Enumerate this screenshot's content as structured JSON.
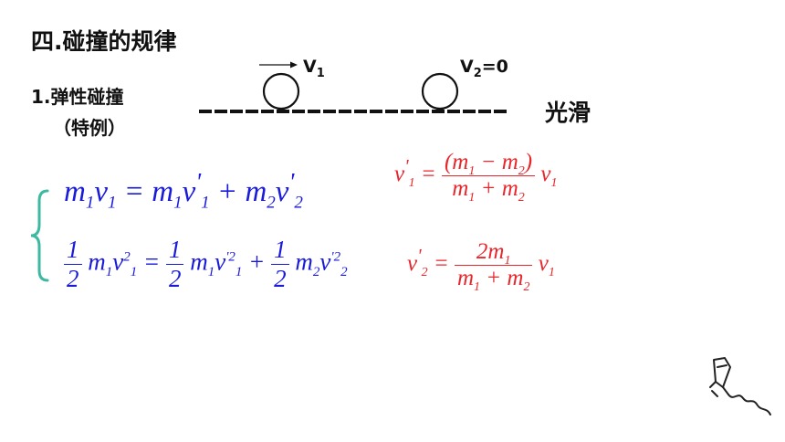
{
  "title": "四.碰撞的规律",
  "subtitle": "1.弹性碰撞",
  "subtitle_note": "（特例）",
  "ball1_velocity": "V",
  "ball1_velocity_sub": "1",
  "ball2_velocity": "V",
  "ball2_velocity_sub": "2",
  "ball2_velocity_value": "=0",
  "surface_label": "光滑",
  "colors": {
    "equation_left": "#1a1adb",
    "equation_right": "#e8262b",
    "brace": "#3cb9a0"
  },
  "equations": {
    "momentum": {
      "lhs": "m",
      "v": "v",
      "s1": "1",
      "s2": "2",
      "eq": "=",
      "plus": "+",
      "prime": "'"
    },
    "energy": {
      "half_num": "1",
      "half_den": "2",
      "sq": "2",
      "primesq": "'2",
      "eq": "=",
      "plus": "+"
    },
    "v1_result": {
      "open": "(",
      "minus": "−",
      "close": ")",
      "plus": "+",
      "eq": "="
    },
    "v2_result": {
      "coef": "2",
      "plus": "+",
      "eq": "="
    }
  },
  "icon": "pen-writing-icon"
}
